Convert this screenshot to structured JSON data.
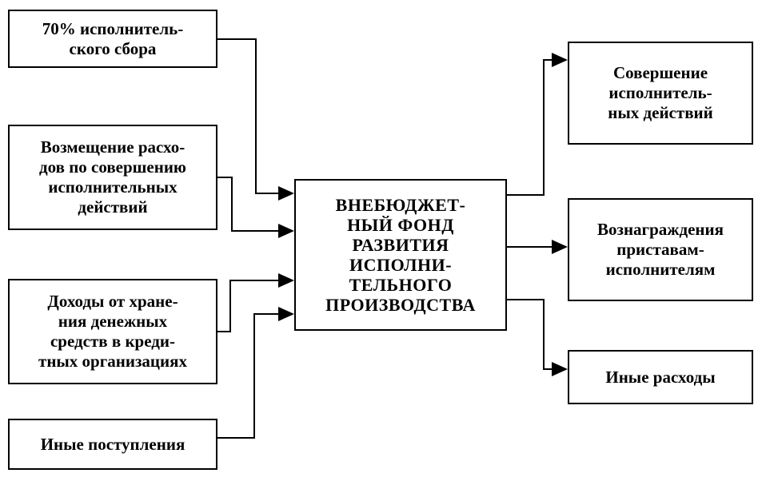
{
  "diagram": {
    "center": {
      "label": "ВНЕБЮДЖЕТ-\nНЫЙ ФОНД\nРАЗВИТИЯ\nИСПОЛНИ-\nТЕЛЬНОГО\nПРОИЗВОДСТВА"
    },
    "sources": [
      {
        "label": "70% исполнитель-\nского сбора"
      },
      {
        "label": "Возмещение расхо-\nдов по совершению\nисполнительных\nдействий"
      },
      {
        "label": "Доходы от хране-\nния денежных\nсредств в  креди-\nтных организациях"
      },
      {
        "label": "Иные поступления"
      }
    ],
    "outputs": [
      {
        "label": "Совершение\nисполнитель-\nных действий"
      },
      {
        "label": "Вознаграждения\nприставам-\nисполнителям"
      },
      {
        "label": "Иные расходы"
      }
    ]
  }
}
